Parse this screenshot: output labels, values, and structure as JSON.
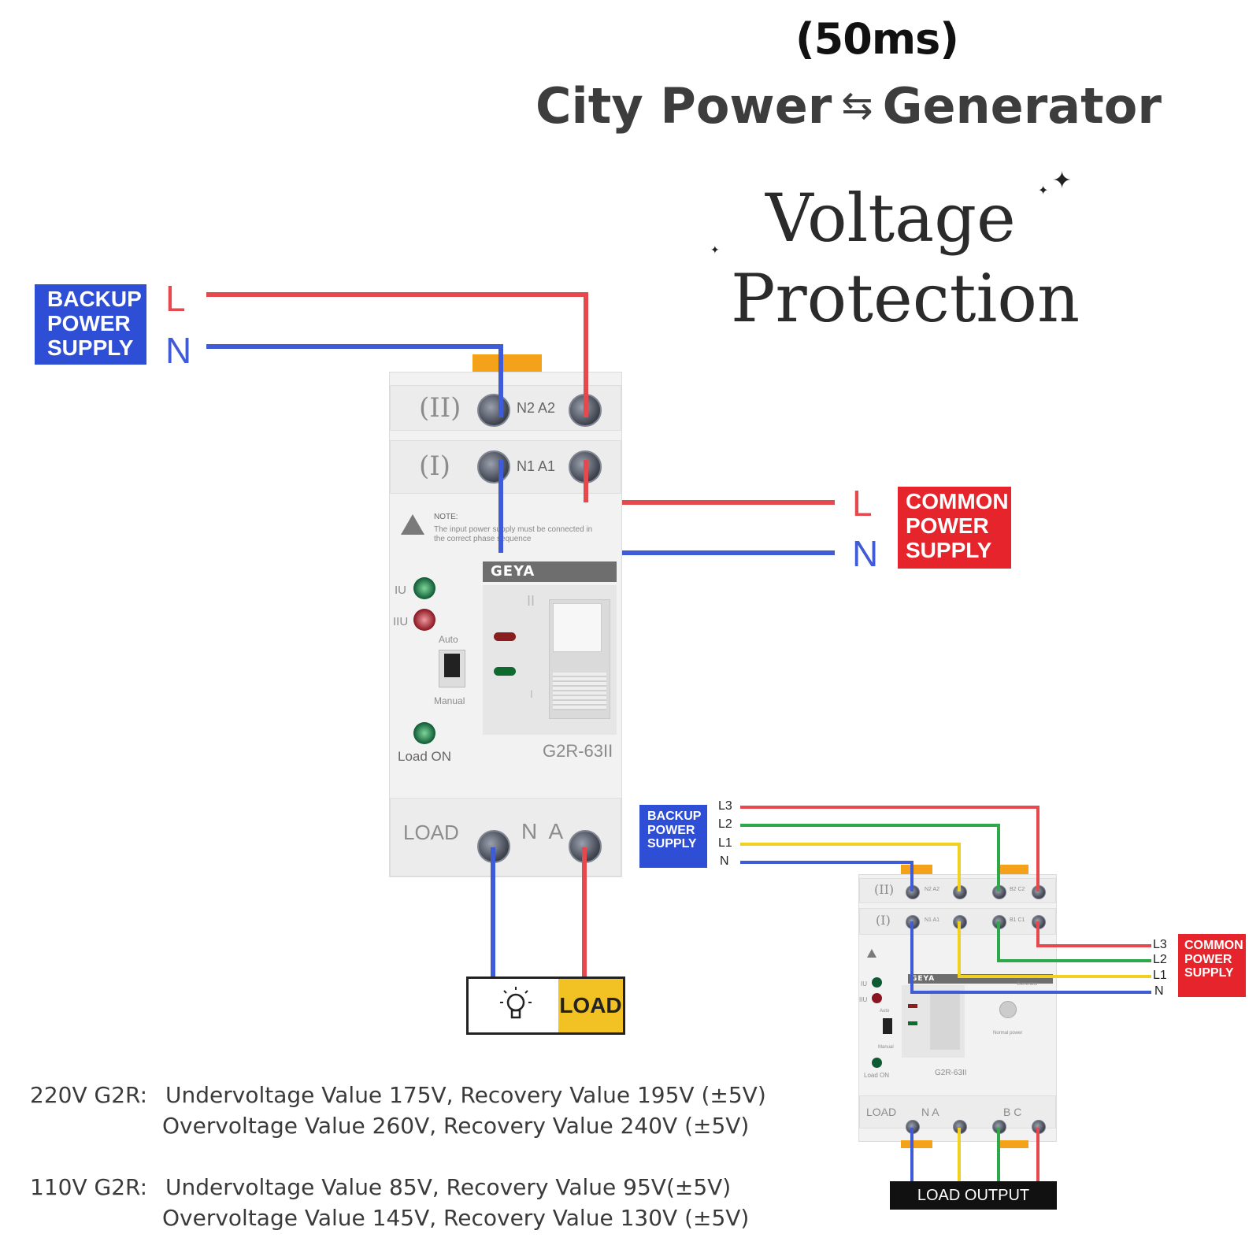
{
  "header": {
    "switch_time": "(50ms)",
    "title_left": "City Power",
    "title_arrow": "⇆",
    "title_right": "Generator",
    "subtitle_line1": "Voltage",
    "subtitle_line2": "Protection"
  },
  "main_diagram": {
    "backup_label": [
      "BACKUP",
      "POWER",
      "SUPPLY"
    ],
    "backup_L": "L",
    "backup_N": "N",
    "common_label": [
      "COMMON",
      "POWER",
      "SUPPLY"
    ],
    "common_L": "L",
    "common_N": "N",
    "device": {
      "row2_mark": "(II)",
      "row2_terms": "N2 A2",
      "row1_mark": "(I)",
      "row1_terms": "N1 A1",
      "note_title": "NOTE:",
      "note_text_1": "The input power supply must be connected in",
      "note_text_2": "the correct phase sequence",
      "brand": "GEYA",
      "ind_1": "IU",
      "ind_2": "IIU",
      "mode_auto": "Auto",
      "mode_manual": "Manual",
      "handle_mark_top": "II",
      "handle_mark_bottom": "I",
      "load_on": "Load ON",
      "model": "G2R-63II",
      "bottom_label": "LOAD",
      "bottom_terms": "N A"
    },
    "load_box": "LOAD"
  },
  "three_phase_diagram": {
    "backup_label": [
      "BACKUP",
      "POWER",
      "SUPPLY"
    ],
    "backup_lines": [
      "L3",
      "L2",
      "L1",
      "N"
    ],
    "common_label": [
      "COMMON",
      "POWER",
      "SUPPLY"
    ],
    "common_lines": [
      "L3",
      "L2",
      "L1",
      "N"
    ],
    "device": {
      "row2_mark": "(II)",
      "row2_terms_a": "N2 A2",
      "row2_terms_b": "B2 C2",
      "row1_mark": "(I)",
      "row1_terms_a": "N1 A1",
      "row1_terms_b": "B1 C1",
      "brand": "GEYA",
      "ind_1": "IU",
      "ind_2": "IIU",
      "mode_auto": "Auto",
      "mode_manual": "Manual",
      "load_on": "Load ON",
      "model": "G2R-63II",
      "generator": "Generator",
      "normal_power": "Normal power",
      "bottom_label": "LOAD",
      "bottom_terms_a": "N A",
      "bottom_terms_b": "B C"
    },
    "load_output": "LOAD OUTPUT"
  },
  "specs": [
    {
      "model": "220V G2R:",
      "line1": "Undervoltage Value 175V,  Recovery Value 195V (±5V)",
      "line2": "Overvoltage Value 260V,  Recovery Value 240V (±5V)"
    },
    {
      "model": "110V G2R:",
      "line1": "Undervoltage Value 85V,  Recovery Value 95V(±5V)",
      "line2": "Overvoltage Value 145V,  Recovery Value 130V (±5V)"
    }
  ],
  "colors": {
    "live": "#e5484d",
    "neutral": "#3f5bd6",
    "l2": "#2ea84a",
    "l1": "#f1d020",
    "backup_box": "#2f4ed6",
    "common_box": "#e5242c",
    "load": "#f2c224"
  }
}
